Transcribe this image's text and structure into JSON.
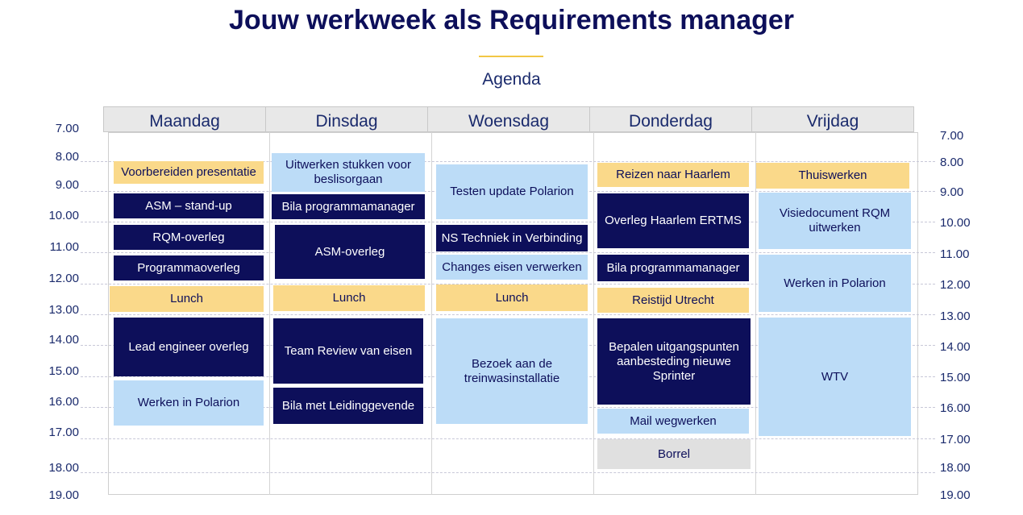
{
  "title": "Jouw werkweek als Requirements manager",
  "subtitle": "Agenda",
  "colors": {
    "dark": "#0d0f5a",
    "light": "#bcdcf7",
    "yellow": "#fad98a",
    "grey": "#e0e0e0",
    "accent": "#f2c744"
  },
  "days": [
    "Maandag",
    "Dinsdag",
    "Woensdag",
    "Donderdag",
    "Vrijdag"
  ],
  "times_left": [
    "7.00",
    "8.00",
    "9.00",
    "10.00",
    "11.00",
    "12.00",
    "13.00",
    "14.00",
    "15.00",
    "16.00",
    "17.00",
    "18.00",
    "19.00"
  ],
  "times_right": [
    "7.00",
    "8.00",
    "9.00",
    "10.00",
    "11.00",
    "12.00",
    "13.00",
    "14.00",
    "15.00",
    "16.00",
    "17.00",
    "18.00",
    "19.00"
  ],
  "events": {
    "maandag": [
      "Voorbereiden presentatie",
      "ASM – stand-up",
      "RQM-overleg",
      "Programmaoverleg",
      "Lunch",
      "Lead engineer overleg",
      "Werken in Polarion"
    ],
    "dinsdag": [
      "Uitwerken stukken voor beslisorgaan",
      "Bila programmamanager",
      "ASM-overleg",
      "Lunch",
      "Team Review van eisen",
      "Bila met Leidinggevende"
    ],
    "woensdag": [
      "Testen update Polarion",
      "NS Techniek in Verbinding",
      "Changes eisen verwerken",
      "Lunch",
      "Bezoek aan de treinwasinstallatie"
    ],
    "donderdag": [
      "Reizen naar Haarlem",
      "Overleg Haarlem ERTMS",
      "Bila programmamanager",
      "Reistijd Utrecht",
      "Bepalen uitgangspunten aanbesteding nieuwe Sprinter",
      "Mail wegwerken",
      "Borrel"
    ],
    "vrijdag": [
      "Thuiswerken",
      "Visiedocument RQM uitwerken",
      "Werken in Polarion",
      "WTV"
    ]
  }
}
